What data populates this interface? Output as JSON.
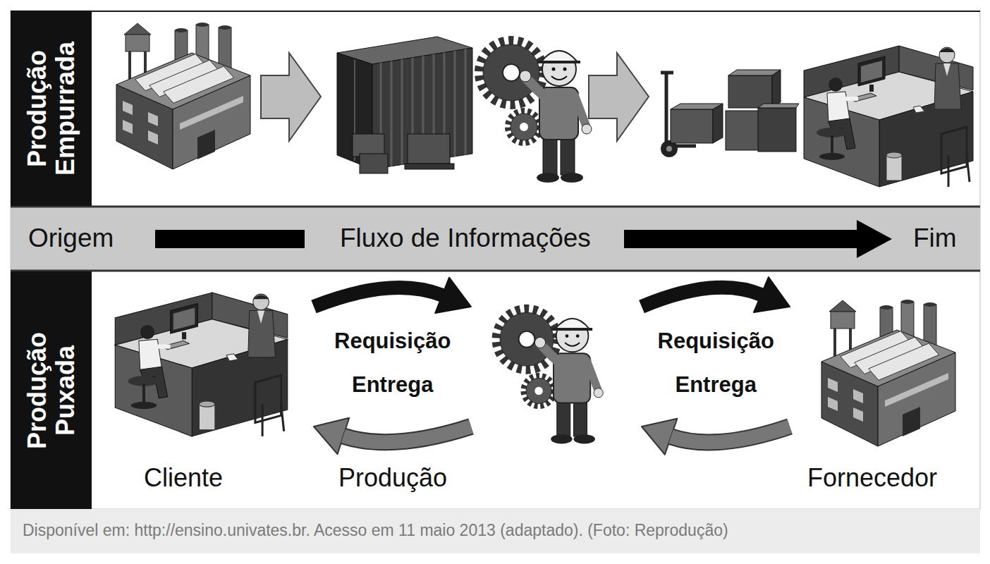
{
  "diagram": {
    "caption": "Disponível em: http://ensino.univates.br. Acesso em 11 maio 2013 (adaptado). (Foto: Reprodução)",
    "nodes": [
      {
        "text": [
          "Produção Empurrada"
        ]
      },
      {
        "text": [
          "Origem",
          "Fluxo de Informações",
          "Fim"
        ]
      },
      {
        "text": [
          "Produção Puxada"
        ]
      },
      {
        "text": [
          "Cliente"
        ]
      },
      {
        "text": [
          "Produção"
        ]
      },
      {
        "text": [
          "Fornecedor"
        ]
      }
    ],
    "edges": [
      {
        "from": 3,
        "to": 4,
        "label": "Requisição",
        "arrow": "to"
      },
      {
        "from": 4,
        "to": 3,
        "label": "Entrega",
        "arrow": "to"
      },
      {
        "from": 4,
        "to": 5,
        "label": "Requisição",
        "arrow": "to"
      },
      {
        "from": 5,
        "to": 4,
        "label": "Entrega",
        "arrow": "to"
      }
    ]
  }
}
